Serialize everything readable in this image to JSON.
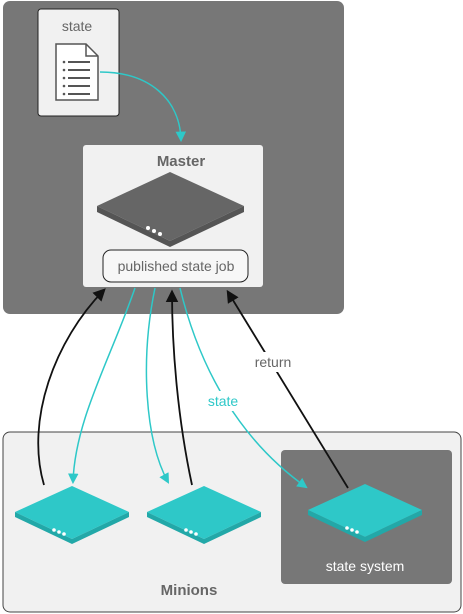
{
  "master_zone": {
    "doc_label": "state",
    "server_title": "Master",
    "job_label": "published state job"
  },
  "minions_zone": {
    "title": "Minions",
    "system_label": "state system"
  },
  "arrows": {
    "state_label": "state",
    "return_label": "return"
  },
  "colors": {
    "master_bg": "#777777",
    "panel_bg": "#f1f1f1",
    "server_dark": "#666666",
    "server_teal": "#2ec8c8",
    "accent": "#2ec8c8",
    "arrow_dark": "#111111",
    "text_gray": "#666666"
  }
}
